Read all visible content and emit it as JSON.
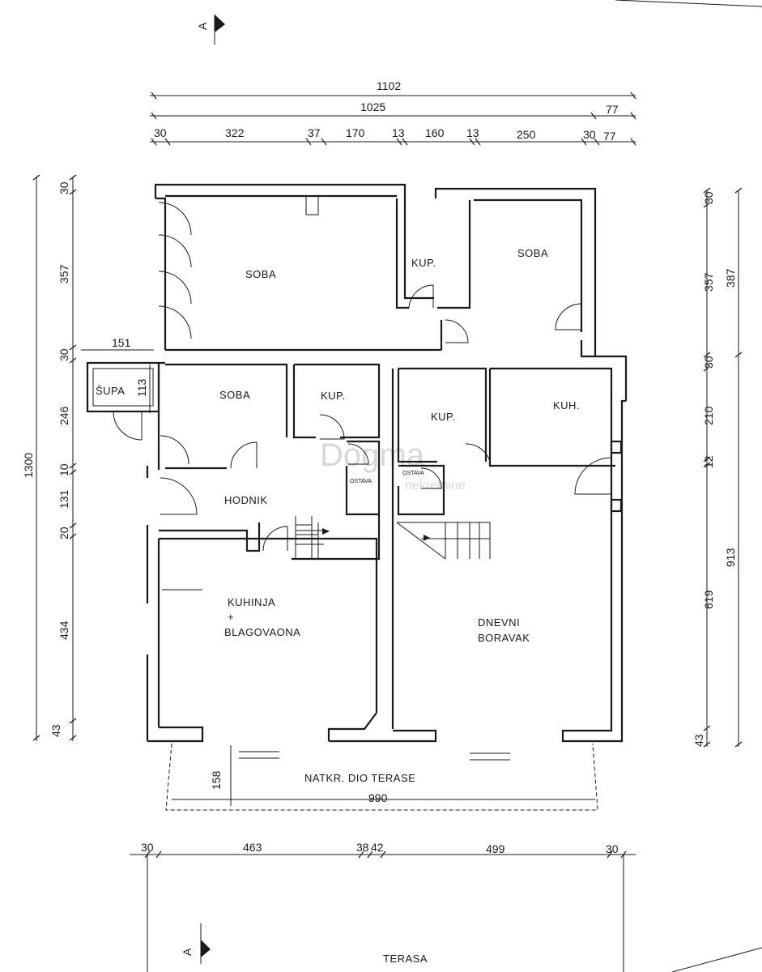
{
  "rooms": {
    "soba1": "SOBA",
    "kup1": "KUP.",
    "soba2": "SOBA",
    "supa": "ŠUPA",
    "soba3": "SOBA",
    "kup2": "KUP.",
    "kup3": "KUP.",
    "kuh": "KUH.",
    "ostava1": "OSTAVA",
    "ostava2": "OSTAVA",
    "hodnik": "HODNIK",
    "kuhinja_l1": "KUHINJA",
    "kuhinja_l2": "+",
    "kuhinja_l3": "BLAGOVAONA",
    "dnevni_l1": "DNEVNI",
    "dnevni_l2": "BORAVAK",
    "terasa_natkr": "NATKR. DIO TERASE",
    "terasa": "TERASA"
  },
  "section_marker": "A",
  "watermark": {
    "name": "Dogma",
    "sub": "nekretnine"
  },
  "dimensions": {
    "top_total": "1102",
    "top_main": "1025",
    "top_main_right": "77",
    "top_segments": [
      "30",
      "322",
      "37",
      "170",
      "13",
      "160",
      "13",
      "250",
      "30",
      "77"
    ],
    "left_total": "1300",
    "left_segments": [
      "30",
      "357",
      "30",
      "246",
      "10",
      "131",
      "20",
      "434",
      "43"
    ],
    "right_outer": [
      "387",
      "913"
    ],
    "right_inner": [
      "30",
      "357",
      "30",
      "210",
      "12",
      "619",
      "43"
    ],
    "supa_w": "151",
    "supa_h": "113",
    "terrace_depth": "158",
    "terrace_width": "990",
    "bottom_segments": [
      "30",
      "463",
      "38",
      "42",
      "499",
      "30"
    ]
  }
}
